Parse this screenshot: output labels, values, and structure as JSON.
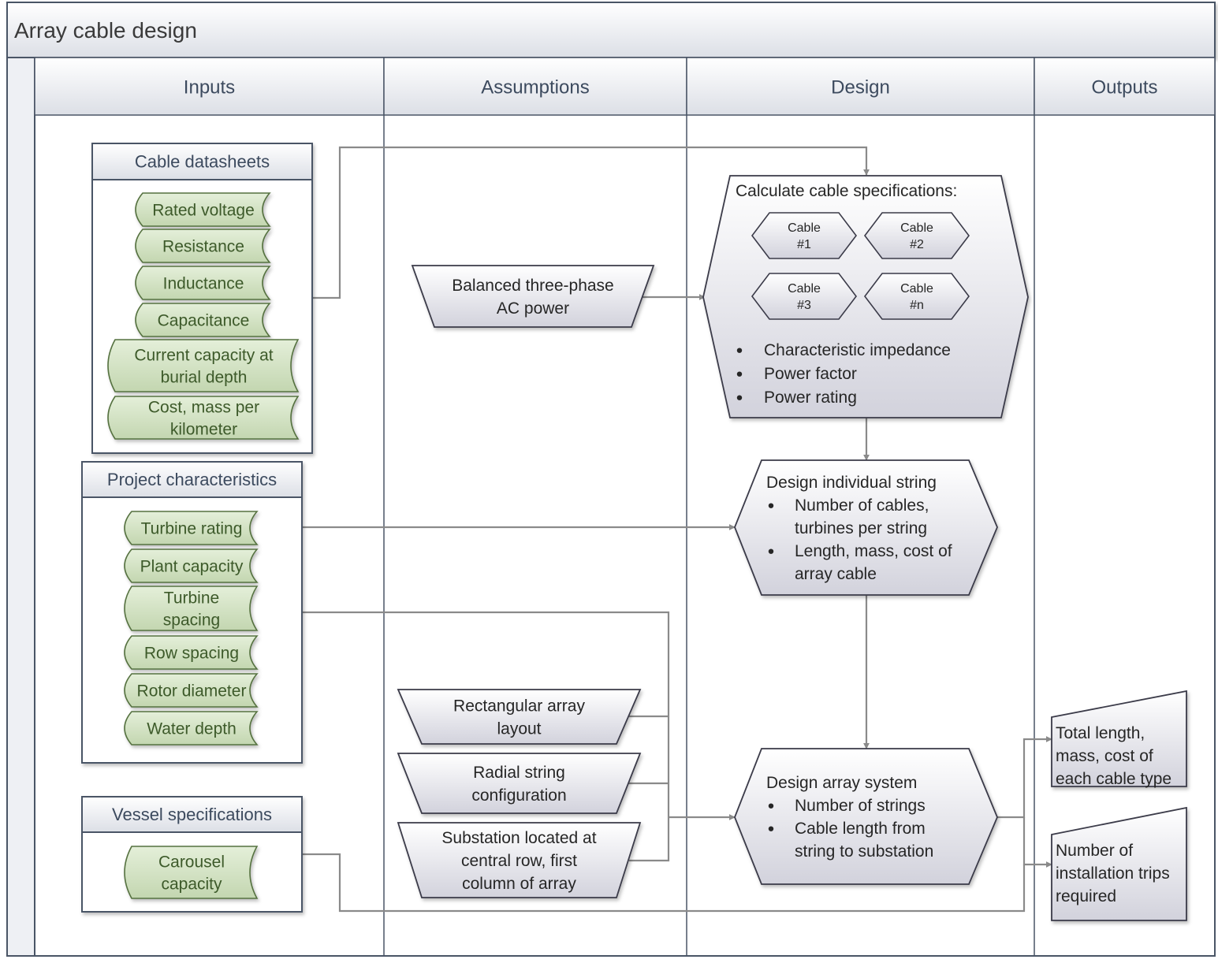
{
  "title": "Array cable design",
  "lanes": [
    "Inputs",
    "Assumptions",
    "Design",
    "Outputs"
  ],
  "groups": {
    "cable_datasheets": {
      "title": "Cable datasheets",
      "items": [
        "Rated voltage",
        "Resistance",
        "Inductance",
        "Capacitance",
        "Current capacity at|burial depth",
        "Cost, mass per|kilometer"
      ]
    },
    "project_characteristics": {
      "title": "Project characteristics",
      "items": [
        "Turbine rating",
        "Plant capacity",
        "Turbine|spacing",
        "Row spacing",
        "Rotor diameter",
        "Water depth"
      ]
    },
    "vessel_specifications": {
      "title": "Vessel specifications",
      "items": [
        "Carousel|capacity"
      ]
    }
  },
  "assumptions": {
    "power": "Balanced three-phase|AC power",
    "layout": "Rectangular array|layout",
    "radial": "Radial string|configuration",
    "substation": "Substation located at|central row, first|column of array"
  },
  "design": {
    "cable_specs": {
      "title": "Calculate cable specifications:",
      "cables": [
        [
          "Cable",
          "#1"
        ],
        [
          "Cable",
          "#2"
        ],
        [
          "Cable",
          "#3"
        ],
        [
          "Cable",
          "#n"
        ]
      ],
      "bullets": [
        "Characteristic impedance",
        "Power factor",
        "Power rating"
      ]
    },
    "string": {
      "title": "Design individual string",
      "bullets": [
        [
          "Number of cables,",
          "turbines per string"
        ],
        [
          "Length, mass, cost of",
          "array cable"
        ]
      ]
    },
    "array": {
      "title": "Design array system",
      "bullets": [
        [
          "Number of strings"
        ],
        [
          "Cable length from",
          "string to substation"
        ]
      ]
    }
  },
  "outputs": {
    "total": "Total length,|mass, cost of|each cable type",
    "trips": "Number of|installation trips|required"
  },
  "colors": {
    "item_fill_top": "#e4efd9",
    "item_fill_bottom": "#c3d6b0",
    "item_stroke": "#55713f",
    "item_text": "#3d5a2a",
    "box_fill_top": "#ffffff",
    "box_fill_bottom": "#d2d2dc",
    "line": "#8a8a8a",
    "frame": "#4a5566",
    "header_text": "#3c4a5e",
    "shape_text": "#262626"
  }
}
